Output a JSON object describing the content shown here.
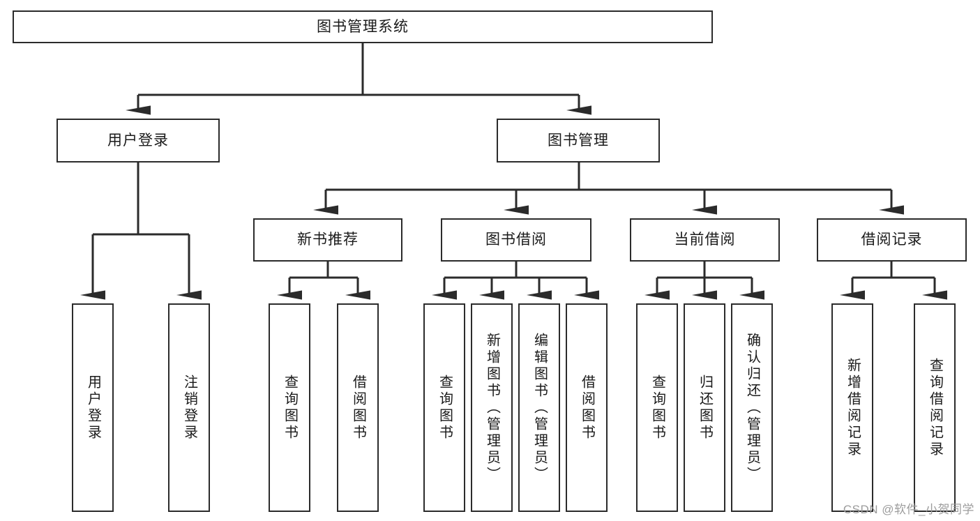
{
  "diagram": {
    "type": "tree-hierarchy",
    "orientation": "top-down",
    "line_color": "#2b2b2b",
    "box_fill": "#ffffff",
    "text_color": "#1a1a1a",
    "root": {
      "id": "root",
      "label": "图书管理系统"
    },
    "level2": [
      {
        "id": "user-login",
        "label": "用户登录"
      },
      {
        "id": "book-manage",
        "label": "图书管理"
      }
    ],
    "level3": [
      {
        "id": "new-book-rec",
        "label": "新书推荐",
        "parent": "book-manage"
      },
      {
        "id": "book-borrow",
        "label": "图书借阅",
        "parent": "book-manage"
      },
      {
        "id": "current-borrow",
        "label": "当前借阅",
        "parent": "book-manage"
      },
      {
        "id": "borrow-record",
        "label": "借阅记录",
        "parent": "book-manage"
      }
    ],
    "leaves": {
      "user-login": [
        {
          "id": "leaf-user-login",
          "label": "用户登录"
        },
        {
          "id": "leaf-user-logout",
          "label": "注销登录"
        }
      ],
      "new-book-rec": [
        {
          "id": "leaf-query-book-1",
          "label": "查询图书"
        },
        {
          "id": "leaf-borrow-book-1",
          "label": "借阅图书"
        }
      ],
      "book-borrow": [
        {
          "id": "leaf-query-book-2",
          "label": "查询图书"
        },
        {
          "id": "leaf-add-book",
          "label": "新增图书（管理员）"
        },
        {
          "id": "leaf-edit-book",
          "label": "编辑图书（管理员）"
        },
        {
          "id": "leaf-borrow-book-2",
          "label": "借阅图书"
        }
      ],
      "current-borrow": [
        {
          "id": "leaf-query-book-3",
          "label": "查询图书"
        },
        {
          "id": "leaf-return-book",
          "label": "归还图书"
        },
        {
          "id": "leaf-confirm-return",
          "label": "确认归还（管理员）"
        }
      ],
      "borrow-record": [
        {
          "id": "leaf-add-record",
          "label": "新增借阅记录"
        },
        {
          "id": "leaf-query-record",
          "label": "查询借阅记录"
        }
      ]
    }
  },
  "watermark": {
    "text": "CSDN @软件_小贺同学"
  }
}
